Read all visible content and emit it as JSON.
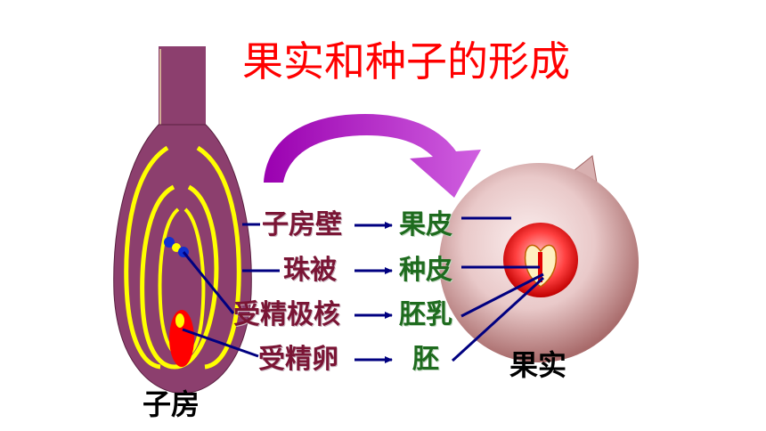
{
  "title": "果实和种子的形成",
  "ovary_label": "子房",
  "fruit_label": "果实",
  "mappings": [
    {
      "from": "子房壁",
      "to": "果皮"
    },
    {
      "from": "珠被",
      "to": "种皮"
    },
    {
      "from": "受精极核",
      "to": "胚乳"
    },
    {
      "from": "受精卵",
      "to": "胚"
    }
  ],
  "colors": {
    "title": "#ff0000",
    "ovary_fill": "#8c3f6e",
    "ovule_outline": "#ffff00",
    "from_text": "#7a1535",
    "to_text": "#1e6b1e",
    "connector": "#000080",
    "big_arrow": "#b000c0",
    "fruit_fill": "#e8c0c0",
    "seed_fill": "#e02020"
  }
}
